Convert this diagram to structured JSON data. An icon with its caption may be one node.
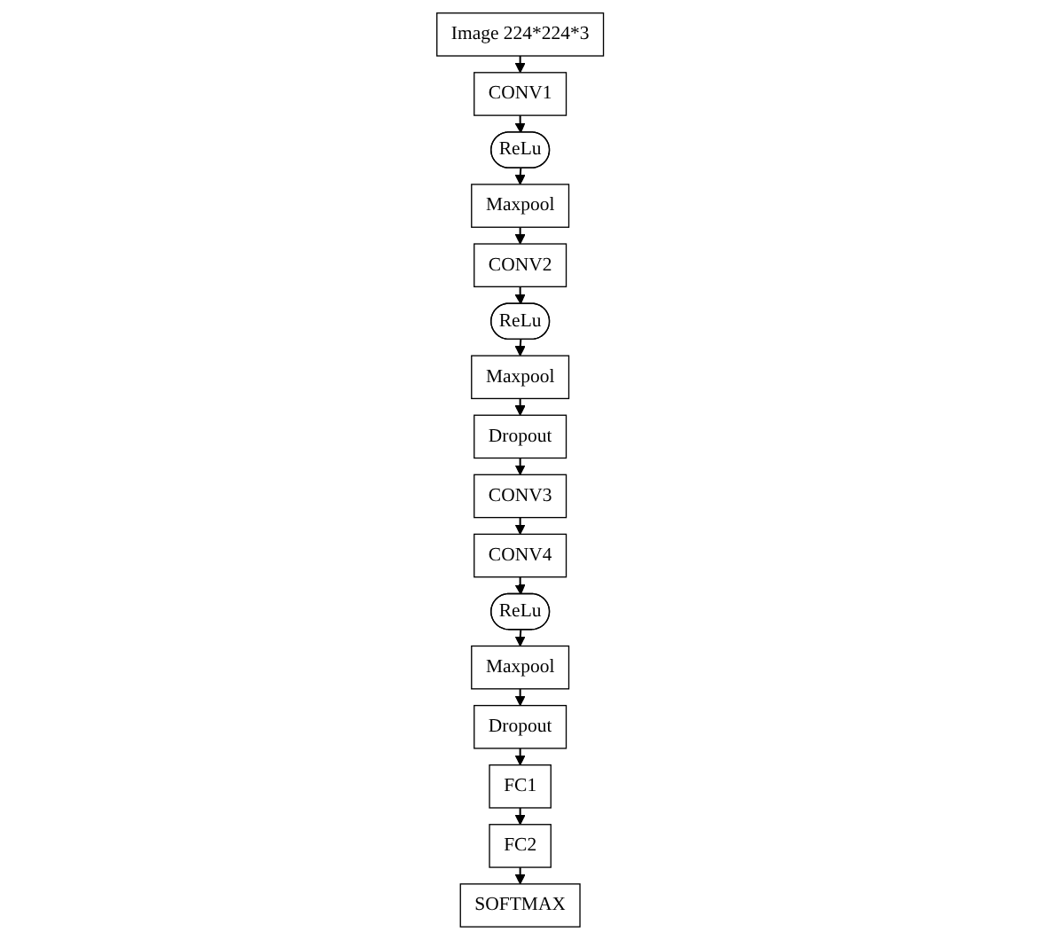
{
  "diagram": {
    "nodes": [
      {
        "text": [
          "Image 224*224*3"
        ]
      },
      {
        "text": [
          "CONV1"
        ]
      },
      {
        "text": [
          "ReLu"
        ]
      },
      {
        "text": [
          "Maxpool"
        ]
      },
      {
        "text": [
          "CONV2"
        ]
      },
      {
        "text": [
          "ReLu"
        ]
      },
      {
        "text": [
          "Maxpool"
        ]
      },
      {
        "text": [
          "Dropout"
        ]
      },
      {
        "text": [
          "CONV3"
        ]
      },
      {
        "text": [
          "CONV4"
        ]
      },
      {
        "text": [
          "ReLu"
        ]
      },
      {
        "text": [
          "Maxpool"
        ]
      },
      {
        "text": [
          "Dropout"
        ]
      },
      {
        "text": [
          "FC1"
        ]
      },
      {
        "text": [
          "FC2"
        ]
      },
      {
        "text": [
          "SOFTMAX"
        ]
      }
    ],
    "edges": [
      {
        "from": 0,
        "to": 1,
        "arrow": "to"
      },
      {
        "from": 1,
        "to": 2,
        "arrow": "to"
      },
      {
        "from": 2,
        "to": 3,
        "arrow": "to"
      },
      {
        "from": 3,
        "to": 4,
        "arrow": "to"
      },
      {
        "from": 4,
        "to": 5,
        "arrow": "to"
      },
      {
        "from": 5,
        "to": 6,
        "arrow": "to"
      },
      {
        "from": 6,
        "to": 7,
        "arrow": "to"
      },
      {
        "from": 7,
        "to": 8,
        "arrow": "to"
      },
      {
        "from": 8,
        "to": 9,
        "arrow": "to"
      },
      {
        "from": 9,
        "to": 10,
        "arrow": "to"
      },
      {
        "from": 10,
        "to": 11,
        "arrow": "to"
      },
      {
        "from": 11,
        "to": 12,
        "arrow": "to"
      },
      {
        "from": 12,
        "to": 13,
        "arrow": "to"
      },
      {
        "from": 13,
        "to": 14,
        "arrow": "to"
      },
      {
        "from": 14,
        "to": 15,
        "arrow": "to"
      }
    ]
  }
}
